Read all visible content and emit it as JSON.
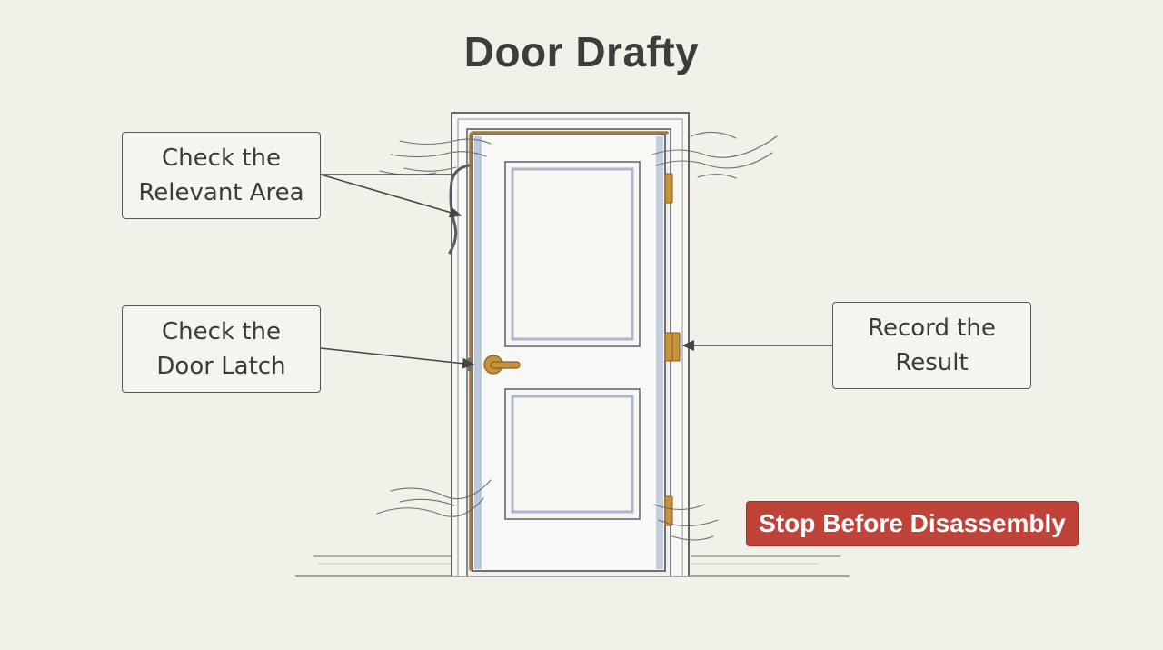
{
  "title": "Door Drafty",
  "callouts": {
    "relevant_area": "Check the\nRelevant Area",
    "door_latch": "Check the\nDoor Latch",
    "record_result": "Record the\nResult"
  },
  "warning_badge": "Stop Before Disassembly",
  "colors": {
    "background": "#f1f0e9",
    "warning": "#c0433a",
    "brass": "#c8923a",
    "weatherstrip": "#9c7b45",
    "shadow_blue": "#a9b8cf",
    "outline": "#55565a"
  },
  "icons": [
    "door-icon",
    "door-handle-icon",
    "hinge-icon",
    "draft-lines-icon"
  ]
}
